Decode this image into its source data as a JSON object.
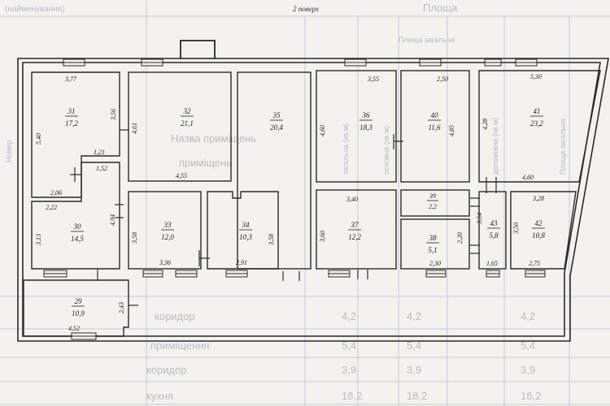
{
  "floor_title": "2 поверх",
  "background": {
    "top_left_header": "(найменування)",
    "top_right_header": "Площа",
    "column_header": "Площа загальна",
    "side_texts": [
      "Назва приміщень",
      "приміщень"
    ],
    "vertical_texts": [
      "загальна (кв.м)",
      "основна (кв.м)",
      "допоміжна (кв.м)",
      "Площа загальна",
      "Номер"
    ],
    "table_rows": [
      {
        "name": "коридор",
        "v1": "4,2",
        "v2": "4,2",
        "v3": "4,2"
      },
      {
        "name": "приміщення",
        "v1": "5,4",
        "v2": "5,4",
        "v3": "5,4"
      },
      {
        "name": "коридор",
        "v1": "3,9",
        "v2": "3,9",
        "v3": "3,9"
      },
      {
        "name": "кухня",
        "v1": "18,2",
        "v2": "18,2",
        "v3": "18,2"
      }
    ]
  },
  "rooms": [
    {
      "id": "31",
      "area": "17,2"
    },
    {
      "id": "32",
      "area": "21,1"
    },
    {
      "id": "35",
      "area": "20,4"
    },
    {
      "id": "36",
      "area": "18,3"
    },
    {
      "id": "40",
      "area": "11,6"
    },
    {
      "id": "41",
      "area": "23,2"
    },
    {
      "id": "30",
      "area": "14,5"
    },
    {
      "id": "33",
      "area": "12,0"
    },
    {
      "id": "34",
      "area": "10,3"
    },
    {
      "id": "37",
      "area": "12,2"
    },
    {
      "id": "39",
      "area": "2,2"
    },
    {
      "id": "38",
      "area": "5,1"
    },
    {
      "id": "43",
      "area": "5,8"
    },
    {
      "id": "42",
      "area": "10,8"
    },
    {
      "id": "29",
      "area": "10,9"
    }
  ],
  "dimensions": {
    "d_377": "3,77",
    "d_356": "3,56",
    "d_540": "5,40",
    "d_461": "4,61",
    "d_455": "4,55",
    "d_121": "1,21",
    "d_152": "1,52",
    "d_206": "2,06",
    "d_222": "2,22",
    "d_313": "3,13",
    "d_494": "4,94",
    "d_358a": "3,58",
    "d_336": "3,36",
    "d_358b": "3,58",
    "d_291": "2,91",
    "d_355": "3,55",
    "d_460a": "4,60",
    "d_340": "3,40",
    "d_360": "3,60",
    "d_250": "2,50",
    "d_485": "4,85",
    "d_530": "5,30",
    "d_428": "4,28",
    "d_460b": "4,60",
    "d_354": "3,54",
    "d_220": "2,20",
    "d_230": "2,30",
    "d_328": "3,28",
    "d_350": "3,50",
    "d_165": "1,65",
    "d_275": "2,75",
    "d_243": "2,43",
    "d_452": "4,52"
  }
}
